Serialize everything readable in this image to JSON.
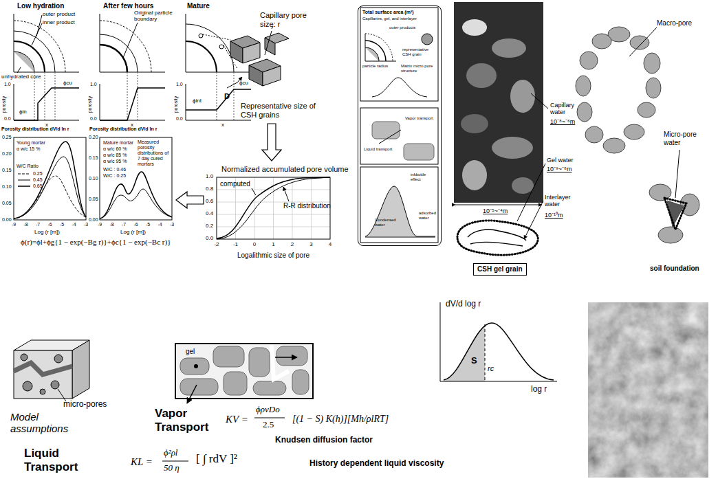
{
  "diagram": {
    "nodes": [
      {
        "text": [
          "Total surface area (m²)",
          "Capillaries, gel, and interlayer",
          "outer products",
          "particle radius",
          "representative CSH grain",
          "Matrix micro pore structure",
          "Vapor transport",
          "Liquid transport",
          "Condensed water",
          "inkbottle effect",
          "adsorbed water"
        ]
      },
      {
        "text": [
          "CSH gel grain"
        ]
      }
    ],
    "labels": [
      "Low hydration",
      "After few hours",
      "Mature",
      "outer product",
      "inner product",
      "unhydrated core",
      "Original particle boundary",
      "Capillary pore size: r",
      "D",
      "Representative size of CSH grains",
      "1.0",
      "porosity",
      "0.0",
      "x",
      "ϕcu",
      "ϕin",
      "1.0",
      "porosity",
      "0.0",
      "x",
      "1.0",
      "porosity",
      "0.0",
      "x",
      "ϕint",
      "ϕcu",
      "Porosity distribution dV/d ln r",
      "Porosity distribution dV/d ln r",
      "Young mortar",
      "α w/c 15 %",
      "W/C Ratio",
      "0.25",
      "0.45",
      "0.65",
      "Mature mortar",
      "α w/c 60 %",
      "α w/c 85 %",
      "α w/c 95 %",
      "Measured porosity distributions of 7 day cured mortars",
      "W/C : 0.46",
      "W/C : 0.25",
      "0.25",
      "0.20",
      "0.15",
      "0.10",
      "0.05",
      "0.00",
      "-9",
      "-8",
      "-7",
      "-6",
      "-5",
      "-4",
      "-3",
      "0.20",
      "0.15",
      "0.10",
      "0.05",
      "0.00",
      "-9",
      "-8",
      "-7",
      "-6",
      "-5",
      "-4",
      "-3",
      "Log (r [m])",
      "Log (r [m])",
      "ϕ(r)=ϕl+ϕg{1 − exp(−Bg r)}+ϕc{1 − exp(−Bc r)}",
      "Normalized accumulated pore volume",
      "computed",
      "R-R distribution",
      "1.0",
      "0.8",
      "0.6",
      "0.4",
      "0.2",
      "0.0",
      "-2",
      "-1",
      "0",
      "1",
      "2",
      "3",
      "4",
      "Logalithmic size of pore",
      "Capillary water",
      "10⁻⁸~⁻⁶m",
      "Gel water",
      "10⁻⁹~⁻⁸m",
      "Interlayer water",
      "10⁻¹⁰m",
      "10⁻⁵~⁻⁴m",
      "Macro-pore",
      "Micro-pore water",
      "soil foundation",
      "micro-pores",
      "Model assumptions",
      "gel",
      "Vapor Transport",
      "KV =",
      "ϕρvDo",
      "2.5",
      "[(1 − S) K(h)][Mh/ρlRT]",
      "Knudsen diffusion factor",
      "Liquid Transport",
      "KL =",
      "ϕ²ρl",
      "50 η",
      "[ ∫ rdV ]²",
      "History dependent liquid viscosity",
      "dV/d log r",
      "S",
      "rc",
      "log r"
    ]
  }
}
